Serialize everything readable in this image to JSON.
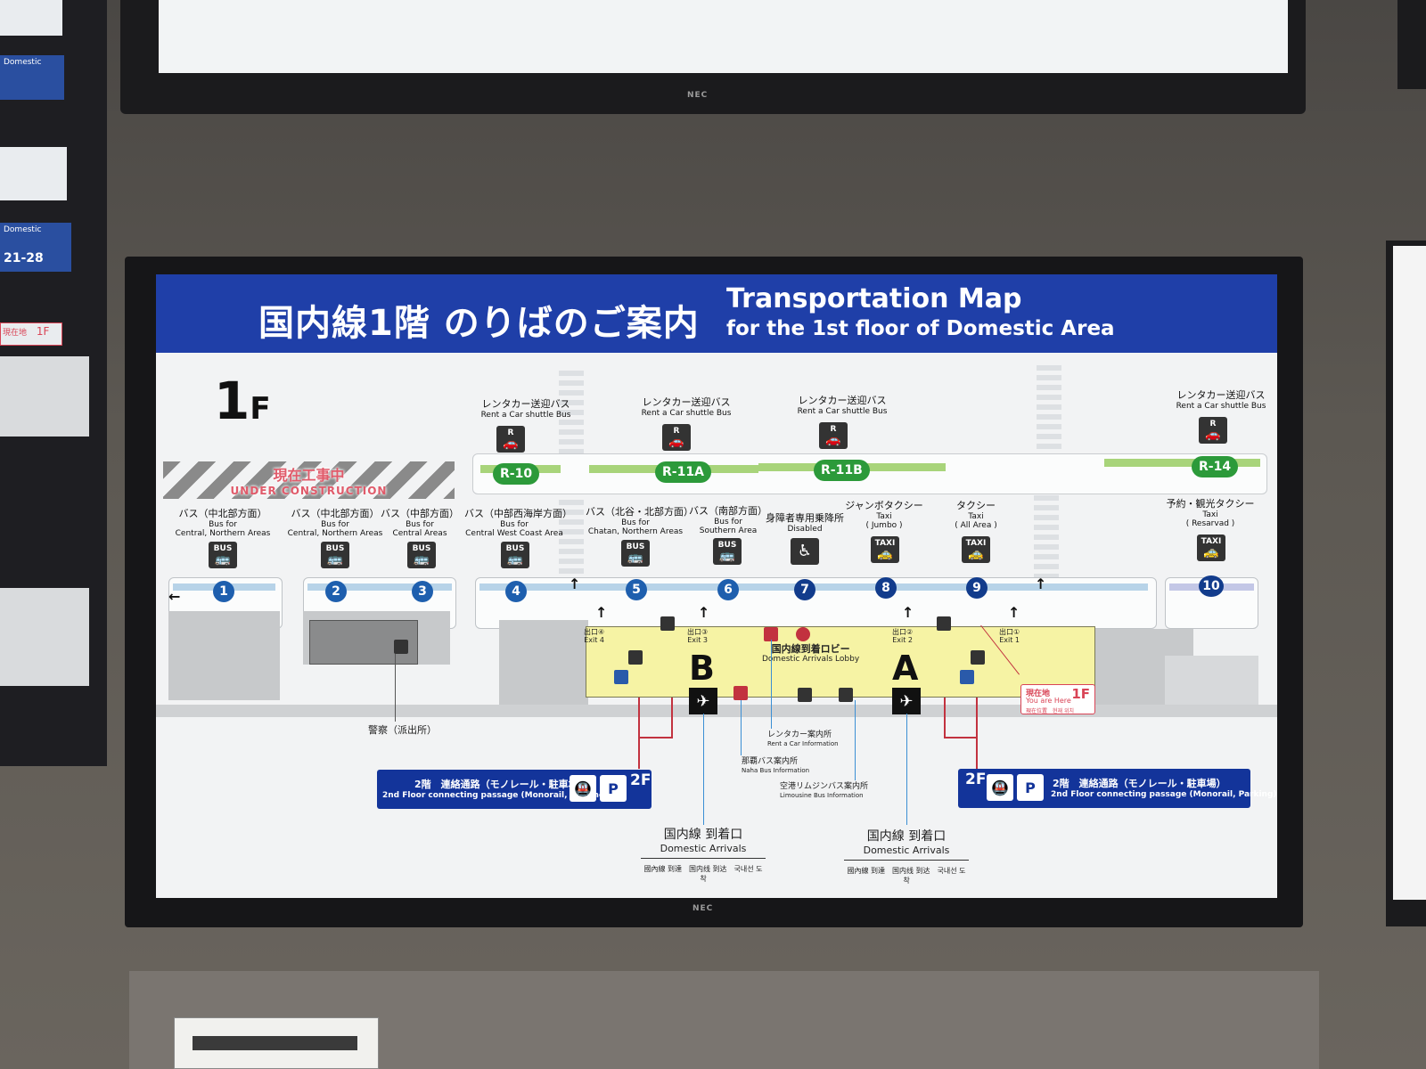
{
  "header": {
    "title_jp": "国内線1階 のりばのご案内",
    "title_en_line1": "Transportation Map",
    "title_en_line2": "for the 1st floor of Domestic Area"
  },
  "monitor": {
    "brand": "NEC"
  },
  "floor": {
    "label_num": "1",
    "label_f": "F"
  },
  "construction": {
    "jp": "現在工事中",
    "en": "UNDER CONSTRUCTION"
  },
  "rental_stops": [
    {
      "jp": "レンタカー送迎バス",
      "en": "Rent a Car shuttle Bus",
      "code": "R-10"
    },
    {
      "jp": "レンタカー送迎バス",
      "en": "Rent a Car shuttle Bus",
      "code": "R-11A"
    },
    {
      "jp": "レンタカー送迎バス",
      "en": "Rent a Car shuttle Bus",
      "code": "R-11B"
    },
    {
      "jp": "レンタカー送迎バス",
      "en": "Rent a Car shuttle Bus",
      "code": "R-14"
    }
  ],
  "icons": {
    "rental": "R",
    "bus": "BUS",
    "taxi": "TAXI"
  },
  "stops": [
    {
      "num": "1",
      "jp": "バス（中北部方面）",
      "en1": "Bus for",
      "en2": "Central, Northern Areas",
      "icon": "bus-icon"
    },
    {
      "num": "2",
      "jp": "バス（中北部方面）",
      "en1": "Bus for",
      "en2": "Central, Northern Areas",
      "icon": "bus-icon"
    },
    {
      "num": "3",
      "jp": "バス（中部方面）",
      "en1": "Bus for",
      "en2": "Central Areas",
      "icon": "bus-icon"
    },
    {
      "num": "4",
      "jp": "バス（中部西海岸方面）",
      "en1": "Bus for",
      "en2": "Central West Coast Area",
      "icon": "bus-icon"
    },
    {
      "num": "5",
      "jp": "バス（北谷・北部方面）",
      "en1": "Bus for",
      "en2": "Chatan, Northern Areas",
      "icon": "bus-icon"
    },
    {
      "num": "6",
      "jp": "バス（南部方面）",
      "en1": "Bus for",
      "en2": "Southern Area",
      "icon": "bus-icon"
    },
    {
      "num": "7",
      "jp": "身障者専用乗降所",
      "en1": "Disabled",
      "en2": "",
      "icon": "wheelchair-icon"
    },
    {
      "num": "8",
      "jp": "ジャンボタクシー",
      "en1": "Taxi",
      "en2": "( Jumbo )",
      "icon": "taxi-icon"
    },
    {
      "num": "9",
      "jp": "タクシー",
      "en1": "Taxi",
      "en2": "( All Area )",
      "icon": "taxi-icon"
    },
    {
      "num": "10",
      "jp": "予約・観光タクシー",
      "en1": "Taxi",
      "en2": "( Resarvad )",
      "icon": "taxi-icon"
    }
  ],
  "exits": [
    {
      "jp": "出口④",
      "en": "Exit 4"
    },
    {
      "jp": "出口③",
      "en": "Exit 3"
    },
    {
      "jp": "出口②",
      "en": "Exit 2"
    },
    {
      "jp": "出口①",
      "en": "Exit 1"
    }
  ],
  "lobby": {
    "jp": "国内線到着ロビー",
    "en": "Domestic Arrivals Lobby"
  },
  "gates": {
    "b": "B",
    "a": "A"
  },
  "you_are_here": {
    "jp": "現在地",
    "en": "You are Here",
    "floor": "1F",
    "multi": "現在位置　현재 위치"
  },
  "police": "警察（派出所）",
  "info": {
    "rentacar_jp": "レンタカー案内所",
    "rentacar_en": "Rent a Car Information",
    "naha_jp": "那覇バス案内所",
    "naha_en": "Naha Bus Information",
    "limousine_jp": "空港リムジンバス案内所",
    "limousine_en": "Limousine Bus Information"
  },
  "passage": {
    "floor": "2F",
    "jp": "2階　連絡通路（モノレール・駐車場）",
    "en": "2nd Floor connecting passage (Monorail, Parking)",
    "parking": "P"
  },
  "arrivals": {
    "jp": "国内線 到着口",
    "en": "Domestic Arrivals",
    "multi": "國內線 到達　国内线 到达　국내선 도착"
  },
  "left_panel": {
    "domestic": "Domestic",
    "range": "21-28",
    "here": "現在地",
    "here_floor": "1F"
  },
  "colors": {
    "header_blue": "#1f3fa8",
    "stop_blue": "#1e5fae",
    "rental_green": "#2c9a3a",
    "lobby_yellow": "#f6f3a4",
    "here_red": "#d94456"
  }
}
